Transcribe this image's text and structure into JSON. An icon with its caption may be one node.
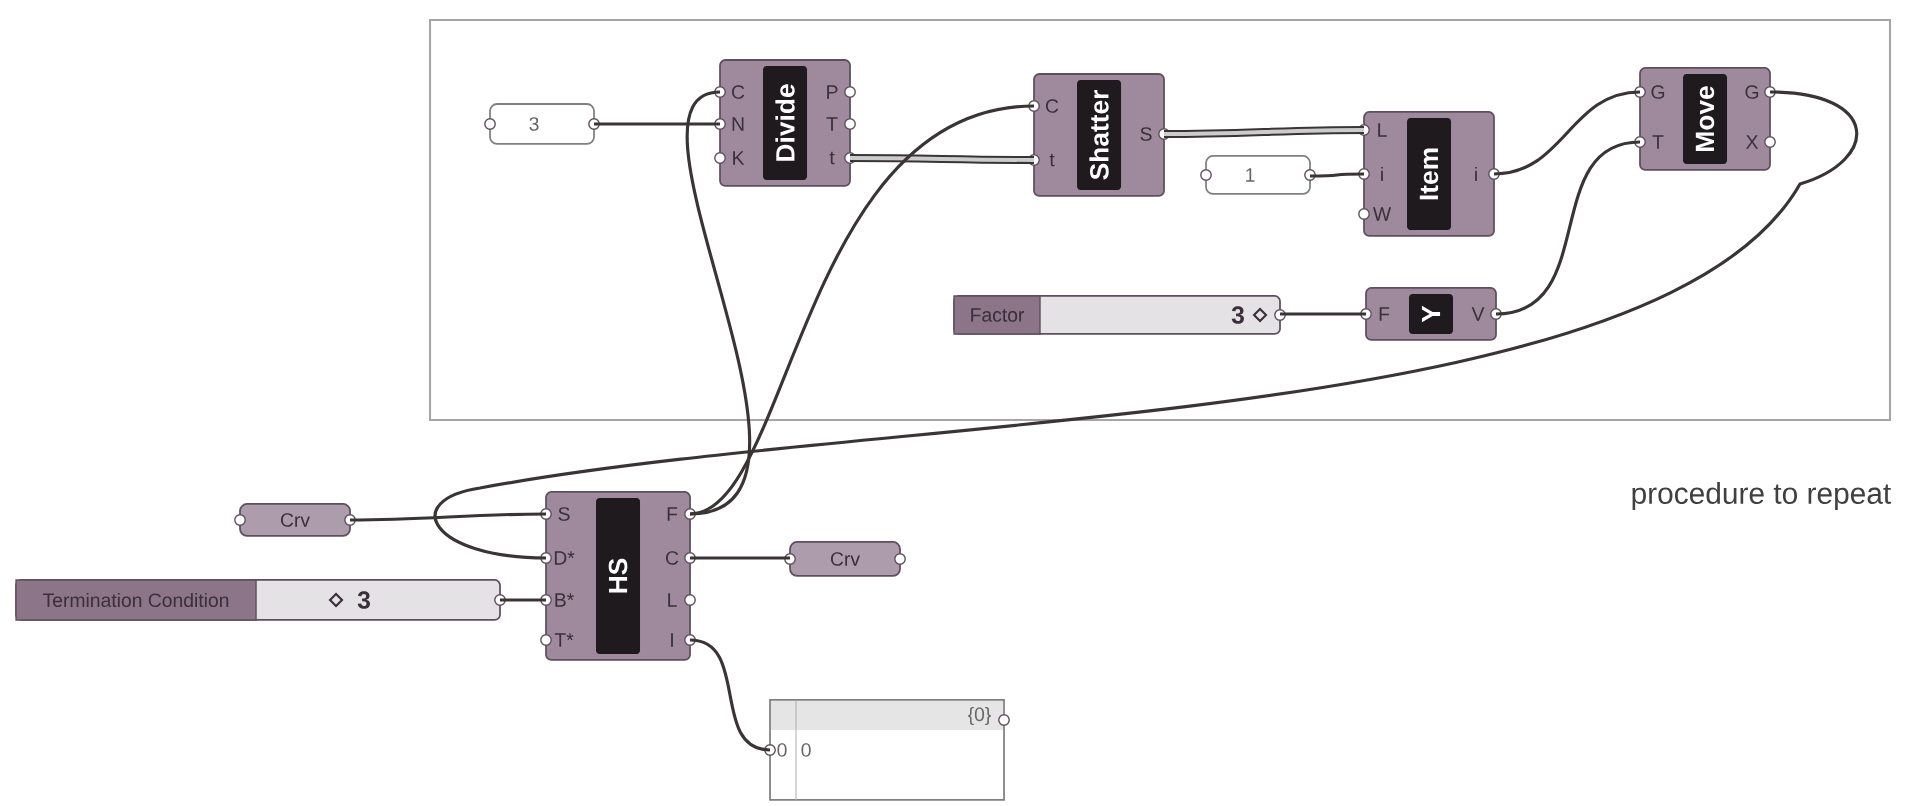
{
  "diagram": {
    "nodes": [
      {
        "text": [],
        "shape": "box",
        "beside": [
          "procedure to repeat"
        ]
      },
      {
        "text": [
          "3"
        ],
        "in": 0
      },
      {
        "text": [
          "Divide",
          "C",
          "N",
          "K",
          "P",
          "T",
          "t"
        ],
        "in": 0
      },
      {
        "text": [
          "Shatter",
          "C",
          "t",
          "S"
        ],
        "in": 0
      },
      {
        "text": [
          "1"
        ],
        "in": 0
      },
      {
        "text": [
          "Item",
          "L",
          "i",
          "W",
          "i"
        ],
        "in": 0
      },
      {
        "text": [
          "Move",
          "G",
          "T",
          "G",
          "X"
        ],
        "in": 0
      },
      {
        "text": [
          "Factor",
          "3"
        ],
        "in": 0
      },
      {
        "text": [
          "Y",
          "F",
          "V"
        ],
        "in": 0
      },
      {
        "text": [
          "Crv"
        ]
      },
      {
        "text": [
          "Termination Condition",
          "3"
        ]
      },
      {
        "text": [
          "HS",
          "S",
          "D*",
          "B*",
          "T*",
          "F",
          "C",
          "L",
          "I"
        ]
      },
      {
        "text": [
          "Crv"
        ]
      },
      {
        "text": [
          "{0}",
          "0",
          "0"
        ]
      }
    ],
    "edges": [
      {
        "from": 1,
        "to": 2,
        "arrow": "none"
      },
      {
        "from": 2,
        "to": 3,
        "arrow": "none",
        "style": "thick"
      },
      {
        "from": 3,
        "to": 5,
        "arrow": "none",
        "style": "thick"
      },
      {
        "from": 4,
        "to": 5,
        "arrow": "none"
      },
      {
        "from": 5,
        "to": 6,
        "arrow": "none"
      },
      {
        "from": 7,
        "to": 8,
        "arrow": "none"
      },
      {
        "from": 8,
        "to": 6,
        "arrow": "none"
      },
      {
        "from": 6,
        "to": 11,
        "arrow": "none"
      },
      {
        "from": 11,
        "to": 2,
        "arrow": "none"
      },
      {
        "from": 11,
        "to": 3,
        "arrow": "none"
      },
      {
        "from": 9,
        "to": 11,
        "arrow": "none"
      },
      {
        "from": 10,
        "to": 11,
        "arrow": "none"
      },
      {
        "from": 11,
        "to": 12,
        "arrow": "none"
      },
      {
        "from": 11,
        "to": 13,
        "arrow": "none"
      }
    ]
  }
}
